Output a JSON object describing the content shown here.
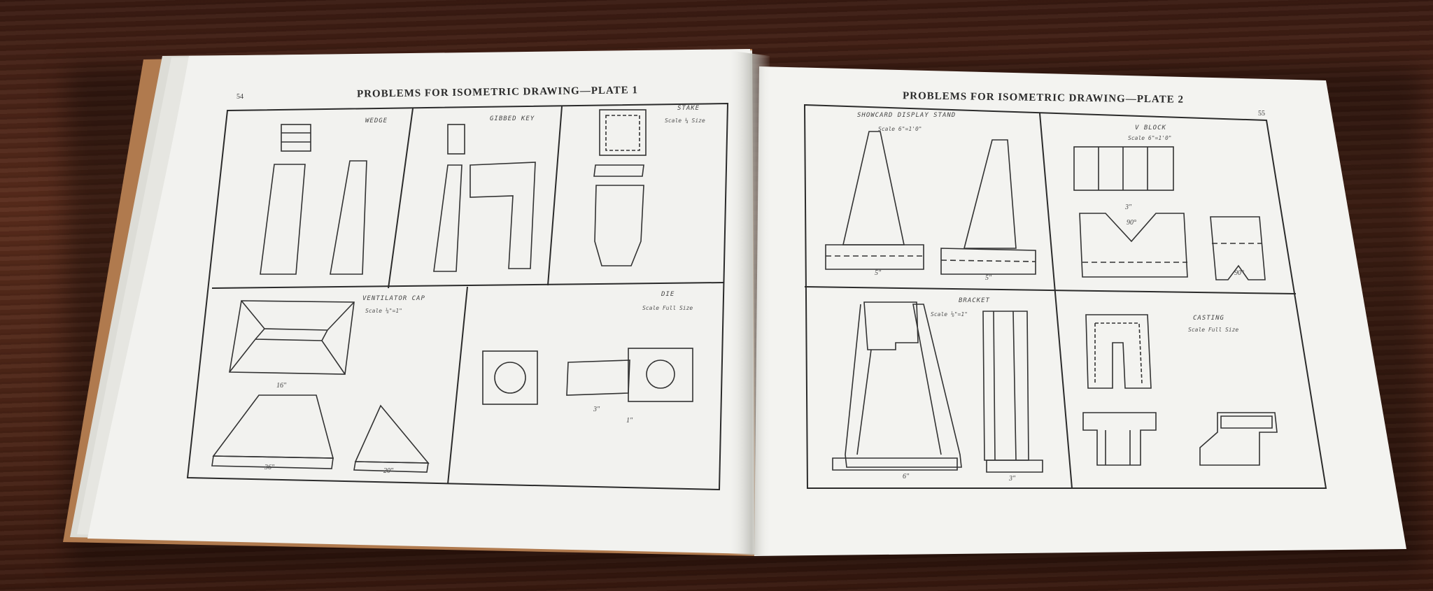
{
  "left_page": {
    "page_number": "54",
    "title": "PROBLEMS FOR ISOMETRIC DRAWING—PLATE 1",
    "panels": {
      "wedge": {
        "label": "WEDGE"
      },
      "gibbed_key": {
        "label": "GIBBED KEY"
      },
      "stake": {
        "label": "STAKE",
        "scale": "Scale ¼ Size"
      },
      "ventilator_cap": {
        "label": "VENTILATOR CAP",
        "scale": "Scale ⅛\"=1\"",
        "dims": [
          "16\"",
          "36\"",
          "20\""
        ]
      },
      "die": {
        "label": "DIE",
        "scale": "Scale Full Size",
        "dims": [
          "3\"",
          "1\""
        ]
      }
    }
  },
  "right_page": {
    "page_number": "55",
    "title": "PROBLEMS FOR ISOMETRIC DRAWING—PLATE 2",
    "panels": {
      "showcard_display_stand": {
        "label": "SHOWCARD DISPLAY STAND",
        "scale": "Scale 6\"=1'0\"",
        "dims": [
          "5\"",
          "5\""
        ]
      },
      "v_block": {
        "label": "V BLOCK",
        "scale": "Scale 6\"=1'0\"",
        "dims": [
          "3\"",
          "90°",
          "90°"
        ]
      },
      "bracket": {
        "label": "BRACKET",
        "scale": "Scale ⅛\"=1\"",
        "dims": [
          "6\"",
          "3\""
        ]
      },
      "casting": {
        "label": "CASTING",
        "scale": "Scale Full Size"
      }
    }
  },
  "colors": {
    "table_wood": "#4a2416",
    "page_paper": "#f1f1ee",
    "drawing_ink": "#2b2b2b",
    "book_cover_edge": "#b07a4e"
  }
}
